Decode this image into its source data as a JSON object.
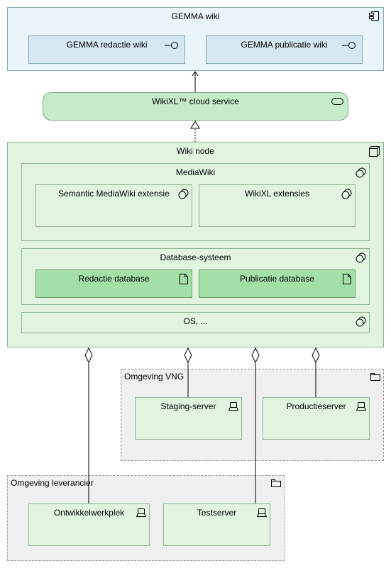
{
  "diagram": {
    "gemma_wiki": {
      "title": "GEMMA wiki",
      "icon": "component-icon"
    },
    "gemma_redactie": {
      "title": "GEMMA redactie wiki",
      "icon": "interface-icon"
    },
    "gemma_publicatie": {
      "title": "GEMMA publicatie wiki",
      "icon": "interface-icon"
    },
    "cloud_service": {
      "title": "WikiXL™ cloud service",
      "icon": "service-icon"
    },
    "wiki_node": {
      "title": "Wiki node",
      "icon": "node-icon"
    },
    "mediawiki": {
      "title": "MediaWiki",
      "icon": "system-software-icon"
    },
    "smw_ext": {
      "title": "Semantic MediaWiki extensie",
      "icon": "system-software-icon"
    },
    "wikixl_ext": {
      "title": "WikiXL  extensies",
      "icon": "system-software-icon"
    },
    "db_system": {
      "title": "Database-systeem",
      "icon": "system-software-icon"
    },
    "redactie_db": {
      "title": "Redactie database",
      "icon": "artifact-icon"
    },
    "publicatie_db": {
      "title": "Publicatie database",
      "icon": "artifact-icon"
    },
    "os": {
      "title": "OS, ...",
      "icon": "system-software-icon"
    },
    "omgeving_vng": {
      "title": "Omgeving VNG",
      "icon": "folder-icon"
    },
    "staging": {
      "title": "Staging-server",
      "icon": "device-icon"
    },
    "productie": {
      "title": "Productieserver",
      "icon": "device-icon"
    },
    "omgeving_lev": {
      "title": "Omgeving leverancier",
      "icon": "folder-icon"
    },
    "ontwikkel": {
      "title": "Ontwikkelwerkplek",
      "icon": "device-icon"
    },
    "test": {
      "title": "Testserver",
      "icon": "device-icon"
    }
  },
  "colors": {
    "application": "#e6f2f8",
    "application_inner": "#d8eaf3",
    "technology": "#e0f4e0",
    "technology_dark": "#a3e0a8",
    "service": "#c6ecc9",
    "grouping": "#efefef",
    "stroke": "#7f8f86"
  }
}
